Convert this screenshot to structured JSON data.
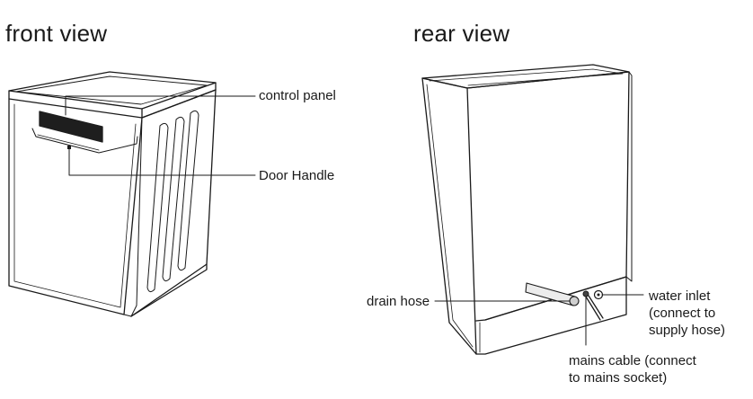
{
  "front_view": {
    "title": "front view",
    "labels": {
      "control_panel": "control panel",
      "door_handle": "Door Handle"
    }
  },
  "rear_view": {
    "title": "rear view",
    "labels": {
      "drain_hose": "drain hose",
      "water_inlet": [
        "water inlet",
        "(connect to",
        "supply hose)"
      ],
      "mains_cable": [
        "mains cable (connect",
        "to mains socket)"
      ]
    }
  },
  "colors": {
    "line": "#1a1a1a",
    "panel": "#1e1e1e",
    "background": "#ffffff"
  }
}
